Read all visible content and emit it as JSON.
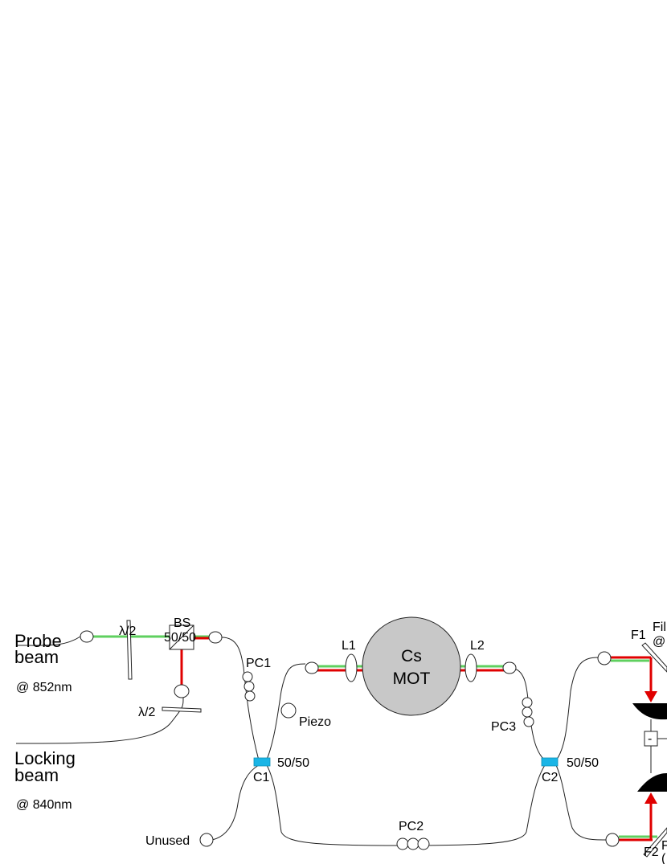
{
  "labels": {
    "probe_line1": "Probe",
    "probe_line2": "beam",
    "probe_wavelength": "@ 852nm",
    "locking_line1": "Locking",
    "locking_line2": "beam",
    "locking_wavelength": "@ 840nm",
    "halfwave_top": "λ/2",
    "halfwave_lower": "λ/2",
    "bs_line1": "BS",
    "bs_line2": "50/50",
    "pc1": "PC1",
    "piezo": "Piezo",
    "c1": "C1",
    "c1_ratio": "50/50",
    "unused": "Unused",
    "l1": "L1",
    "l2": "L2",
    "mot_line1": "Cs",
    "mot_line2": "MOT",
    "pc2": "PC2",
    "pc3": "PC3",
    "c2": "C2",
    "c2_ratio": "50/50",
    "f1": "F1",
    "f1_partial_line1": "Fil",
    "f1_partial_line2": "@",
    "f2": "F2",
    "f2_partial_line1": "F",
    "f2_partial_line2": "(",
    "minus_sign": "-"
  },
  "colors": {
    "probe_beam": "#5fd05f",
    "locking_beam": "#e00000",
    "coupler": "#1ab5e6",
    "mot": "#c8c8c8",
    "detector": "#000000"
  }
}
